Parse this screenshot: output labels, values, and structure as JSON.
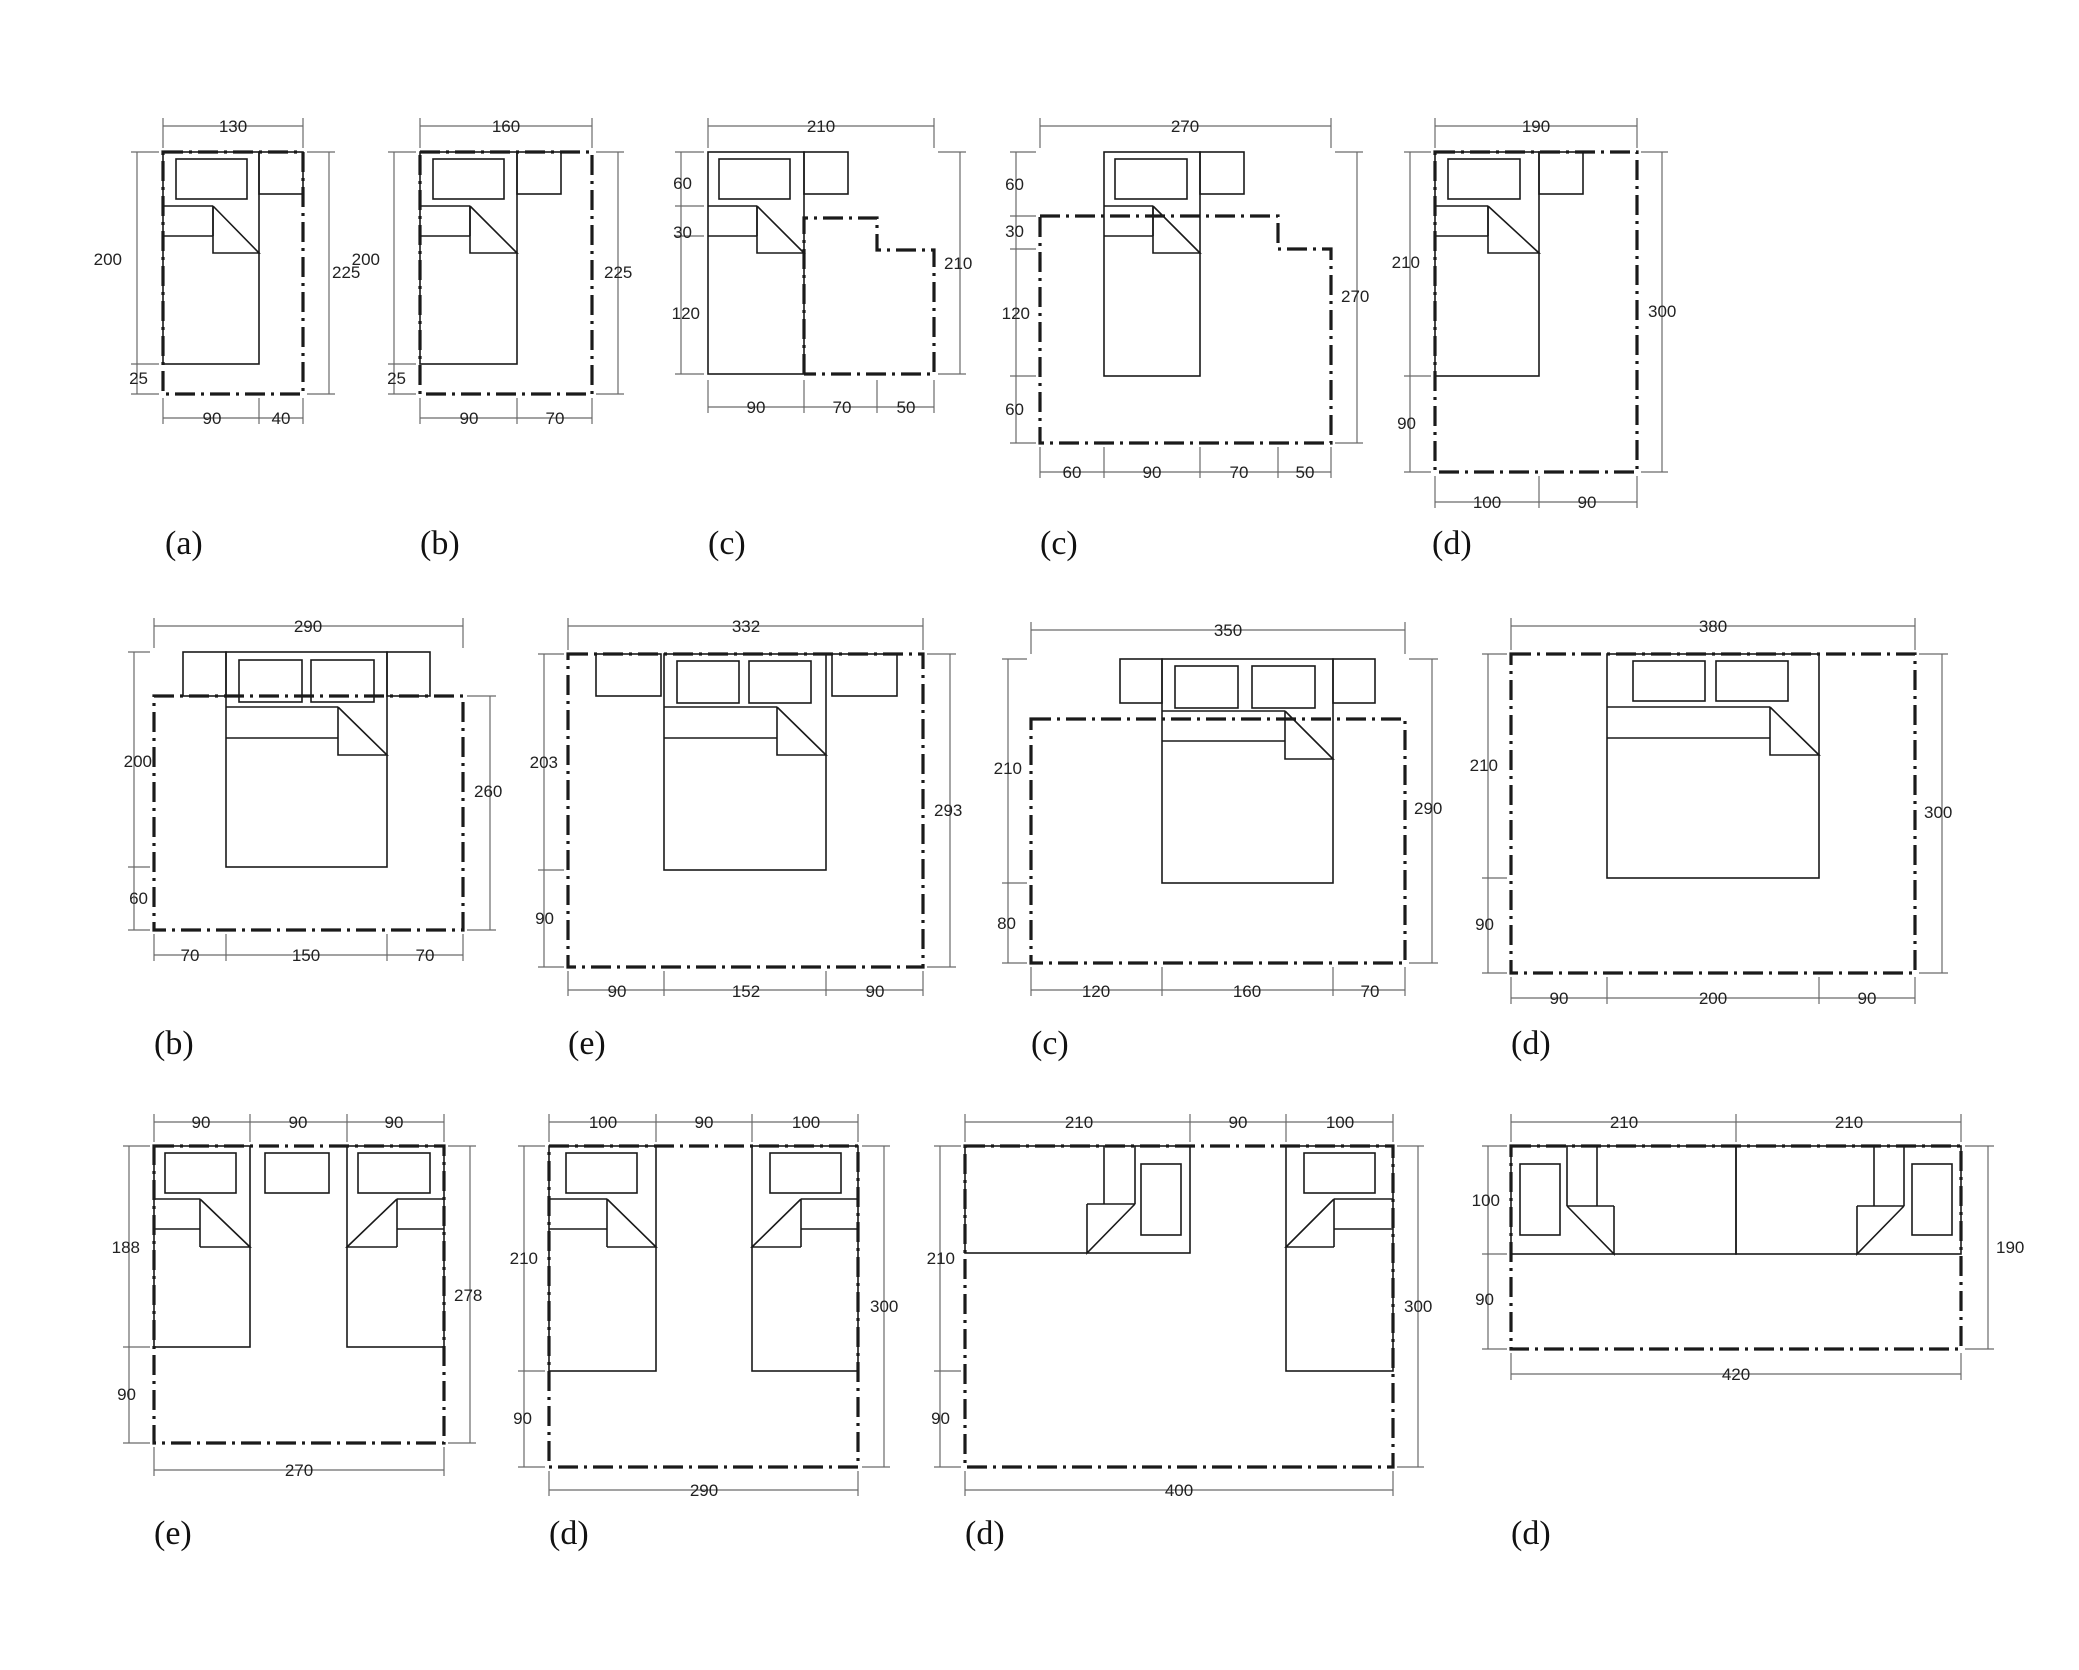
{
  "plans": [
    {
      "caption": "(a)",
      "dims": [
        "130",
        "200",
        "225",
        "25",
        "90",
        "40"
      ]
    },
    {
      "caption": "(b)",
      "dims": [
        "160",
        "200",
        "225",
        "25",
        "90",
        "70"
      ]
    },
    {
      "caption": "(c)",
      "dims": [
        "210",
        "60",
        "30",
        "120",
        "210",
        "90",
        "70",
        "50"
      ]
    },
    {
      "caption": "(c)",
      "dims": [
        "270",
        "60",
        "30",
        "120",
        "60",
        "270",
        "60",
        "90",
        "70",
        "50"
      ]
    },
    {
      "caption": "(d)",
      "dims": [
        "190",
        "210",
        "90",
        "300",
        "100",
        "90"
      ]
    },
    {
      "caption": "(b)",
      "dims": [
        "290",
        "200",
        "60",
        "260",
        "70",
        "150",
        "70"
      ]
    },
    {
      "caption": "(e)",
      "dims": [
        "332",
        "203",
        "90",
        "293",
        "90",
        "152",
        "90"
      ]
    },
    {
      "caption": "(c)",
      "dims": [
        "350",
        "210",
        "80",
        "290",
        "120",
        "160",
        "70"
      ]
    },
    {
      "caption": "(d)",
      "dims": [
        "380",
        "210",
        "90",
        "300",
        "90",
        "200",
        "90"
      ]
    },
    {
      "caption": "(e)",
      "dims": [
        "90",
        "90",
        "90",
        "188",
        "90",
        "278",
        "270"
      ]
    },
    {
      "caption": "(d)",
      "dims": [
        "100",
        "90",
        "100",
        "210",
        "90",
        "300",
        "290"
      ]
    },
    {
      "caption": "(d)",
      "dims": [
        "210",
        "90",
        "100",
        "210",
        "90",
        "300",
        "400"
      ]
    },
    {
      "caption": "(d)",
      "dims": [
        "210",
        "210",
        "100",
        "90",
        "190",
        "420"
      ]
    }
  ]
}
